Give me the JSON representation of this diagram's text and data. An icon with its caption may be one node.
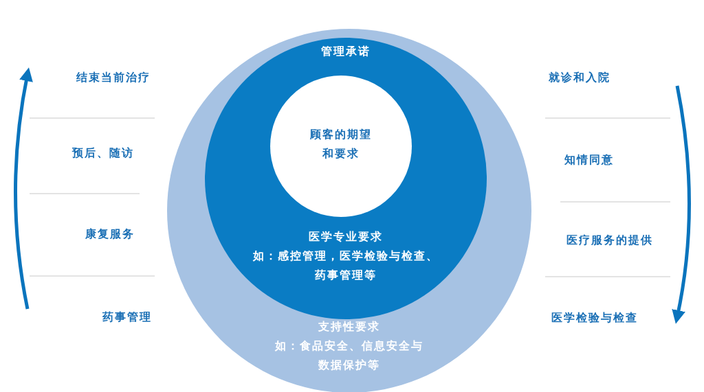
{
  "diagram": {
    "nodes": [
      {
        "text": [
          "支持性要求",
          "如：食品安全、信息安全与数据保护等"
        ]
      },
      {
        "text": [
          "管理承诺",
          "医学专业要求",
          "如：感控管理，医学检验与检查、药事管理等"
        ],
        "in": 0
      },
      {
        "text": [
          "顾客的期望和要求"
        ],
        "in": 1
      }
    ],
    "labels": [
      "结束当前治疗",
      "就诊和入院",
      "预后、随访",
      "知情同意",
      "康复服务",
      "医疗服务的提供",
      "药事管理",
      "医学检验与检查"
    ]
  }
}
